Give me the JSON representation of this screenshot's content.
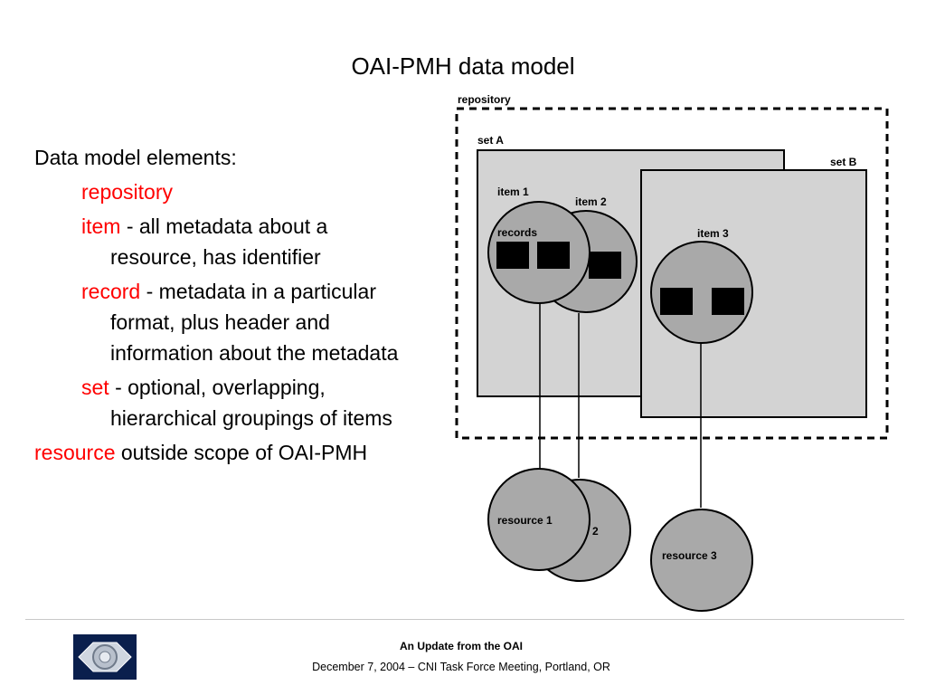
{
  "slide": {
    "title": "OAI-PMH data model"
  },
  "bullets": {
    "heading": "Data model elements:",
    "items": [
      {
        "term": "repository",
        "desc": ""
      },
      {
        "term": "item",
        "desc": " - all metadata about a resource, has identifier"
      },
      {
        "term": "record",
        "desc": " - metadata in a particular format, plus header and information about the metadata"
      },
      {
        "term": "set",
        "desc": " - optional, overlapping, hierarchical groupings of items"
      }
    ],
    "resource": {
      "term": "resource",
      "desc": " outside scope of OAI-PMH"
    }
  },
  "diagram": {
    "repository_label": "repository",
    "set_a_label": "set A",
    "set_b_label": "set B",
    "item1_label": "item 1",
    "item2_label": "item 2",
    "item3_label": "item 3",
    "records_label": "records",
    "resource1_label": "resource 1",
    "resource2_label": "2",
    "resource3_label": "resource 3"
  },
  "footer": {
    "title": "An Update from the OAI",
    "subtitle": "December 7, 2004 – CNI Task Force Meeting, Portland, OR"
  },
  "colors": {
    "accent_term": "#ff0000",
    "set_fill": "#d3d3d3",
    "node_fill": "#a9a9a9",
    "logo_bg": "#0a1f4d"
  }
}
